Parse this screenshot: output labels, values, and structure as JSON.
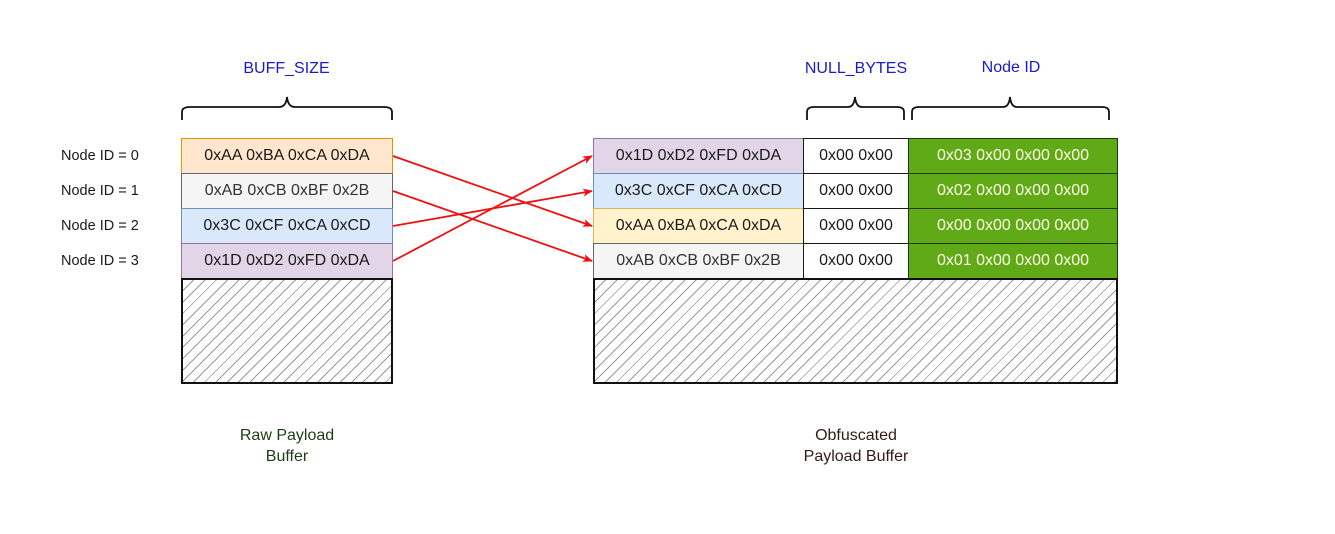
{
  "labels": {
    "buff_size": "BUFF_SIZE",
    "null_bytes": "NULL_BYTES",
    "node_id": "Node ID"
  },
  "raw_buffer": {
    "caption_line1": "Raw Payload",
    "caption_line2": "Buffer",
    "rows": [
      {
        "node_label": "Node ID = 0",
        "bytes": "0xAA 0xBA 0xCA 0xDA",
        "color": "orange"
      },
      {
        "node_label": "Node ID = 1",
        "bytes": "0xAB 0xCB 0xBF 0x2B",
        "color": "grey"
      },
      {
        "node_label": "Node ID = 2",
        "bytes": "0x3C 0xCF 0xCA 0xCD",
        "color": "blue"
      },
      {
        "node_label": "Node ID = 3",
        "bytes": "0x1D 0xD2 0xFD 0xDA",
        "color": "purple"
      }
    ]
  },
  "obfuscated_buffer": {
    "caption_line1": "Obfuscated",
    "caption_line2": "Payload Buffer",
    "rows": [
      {
        "bytes": "0x1D 0xD2 0xFD 0xDA",
        "null_bytes": "0x00 0x00",
        "node_id": "0x03 0x00 0x00 0x00",
        "color": "purple",
        "source_row": 3
      },
      {
        "bytes": "0x3C 0xCF 0xCA 0xCD",
        "null_bytes": "0x00 0x00",
        "node_id": "0x02 0x00 0x00 0x00",
        "color": "blue",
        "source_row": 2
      },
      {
        "bytes": "0xAA 0xBA 0xCA 0xDA",
        "null_bytes": "0x00 0x00",
        "node_id": "0x00 0x00 0x00 0x00",
        "color": "yellow",
        "source_row": 0
      },
      {
        "bytes": "0xAB 0xCB 0xBF 0x2B",
        "null_bytes": "0x00 0x00",
        "node_id": "0x01 0x00 0x00 0x00",
        "color": "grey",
        "source_row": 1
      }
    ]
  },
  "arrow_color": "#ee1111"
}
